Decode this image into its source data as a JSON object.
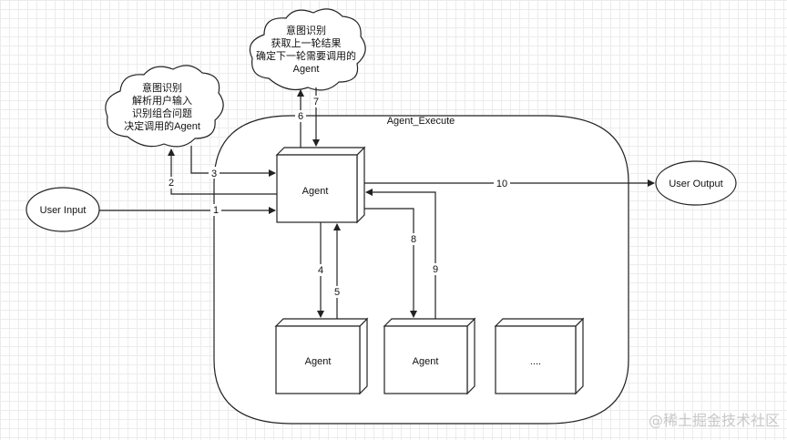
{
  "nodes": {
    "user_input": "User Input",
    "user_output": "User Output",
    "container_label": "Agent_Execute",
    "agent_main": "Agent",
    "agent_sub1": "Agent",
    "agent_sub2": "Agent",
    "agent_more": "...."
  },
  "clouds": {
    "parse": [
      "意图识别",
      "解析用户输入",
      "识别组合问题",
      "决定调用的Agent"
    ],
    "next": [
      "意图识别",
      "获取上一轮结果",
      "确定下一轮需要调用的",
      "Agent"
    ]
  },
  "edges": {
    "e1": "1",
    "e2": "2",
    "e3": "3",
    "e4": "4",
    "e5": "5",
    "e6": "6",
    "e7": "7",
    "e8": "8",
    "e9": "9",
    "e10": "10"
  },
  "watermark": "@稀土掘金技术社区"
}
